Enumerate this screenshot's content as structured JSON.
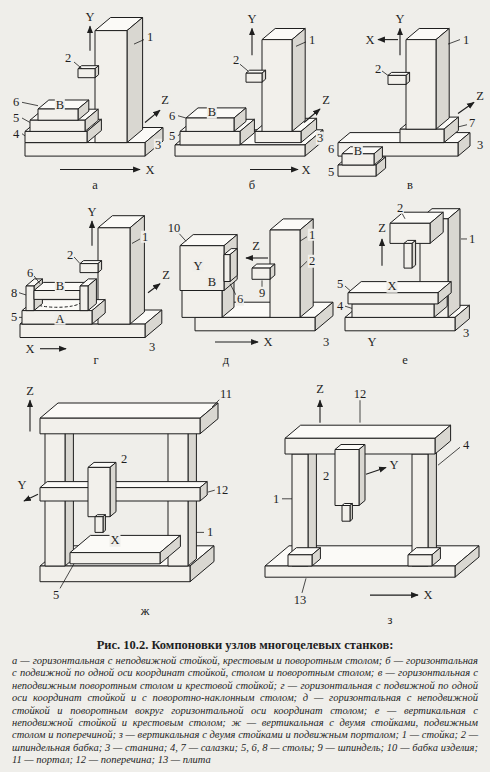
{
  "diagram": {
    "caption": "Рис. 10.2. Компоновки узлов многоцелевых станков:",
    "labels": [
      "Y",
      "1",
      "2",
      "6",
      "5",
      "4",
      "B",
      "3",
      "Z",
      "X",
      "а",
      "Y",
      "1",
      "2",
      "6",
      "B",
      "5",
      "3",
      "Z",
      "X",
      "б",
      "Y",
      "X",
      "1",
      "2",
      "Z",
      "7",
      "3",
      "6",
      "5",
      "B",
      "в",
      "Y",
      "1",
      "2",
      "6",
      "B",
      "8",
      "5",
      "A",
      "Z",
      "3",
      "X",
      "г",
      "10",
      "Y",
      "B",
      "6",
      "Z",
      "1",
      "2",
      "9",
      "3",
      "X",
      "д",
      "2",
      "1",
      "Z",
      "5",
      "4",
      "X",
      "Y",
      "3",
      "е",
      "Z",
      "11",
      "Y",
      "2",
      "12",
      "1",
      "X",
      "5",
      "ж",
      "Z",
      "12",
      "4",
      "2",
      "Y",
      "1",
      "13",
      "X",
      "з",
      "а — горизонтальная с неподвижной стойкой, крестовым и поворотным столом; б — горизонтальная с подвижной по одной оси координат стойкой, столом и поворотным столом; в — горизонтальная с неподвижным поворотным столом и крестовой стойкой; г — горизонтальная с подвижной по одной оси координат стойкой и с поворотно-наклонным столом; д — горизонтальная с неподвижной стойкой и поворотным вокруг горизонтальной оси координат столом; е — вертикальная с неподвижной стойкой и крестовым столом; ж — вертикальная с двумя стойками, подвижным столом и поперечиной; з — вертикальная с двумя стойками и подвижным порталом; 1 — стойка; 2 — шпиндельная бабка; 3 — станина; 4, 7 — салазки; 5, 6, 8 — столы; 9 — шпиндель; 10 — бабка изделия; 11 — портал; 12 — поперечина; 13 — плита"
    ]
  }
}
